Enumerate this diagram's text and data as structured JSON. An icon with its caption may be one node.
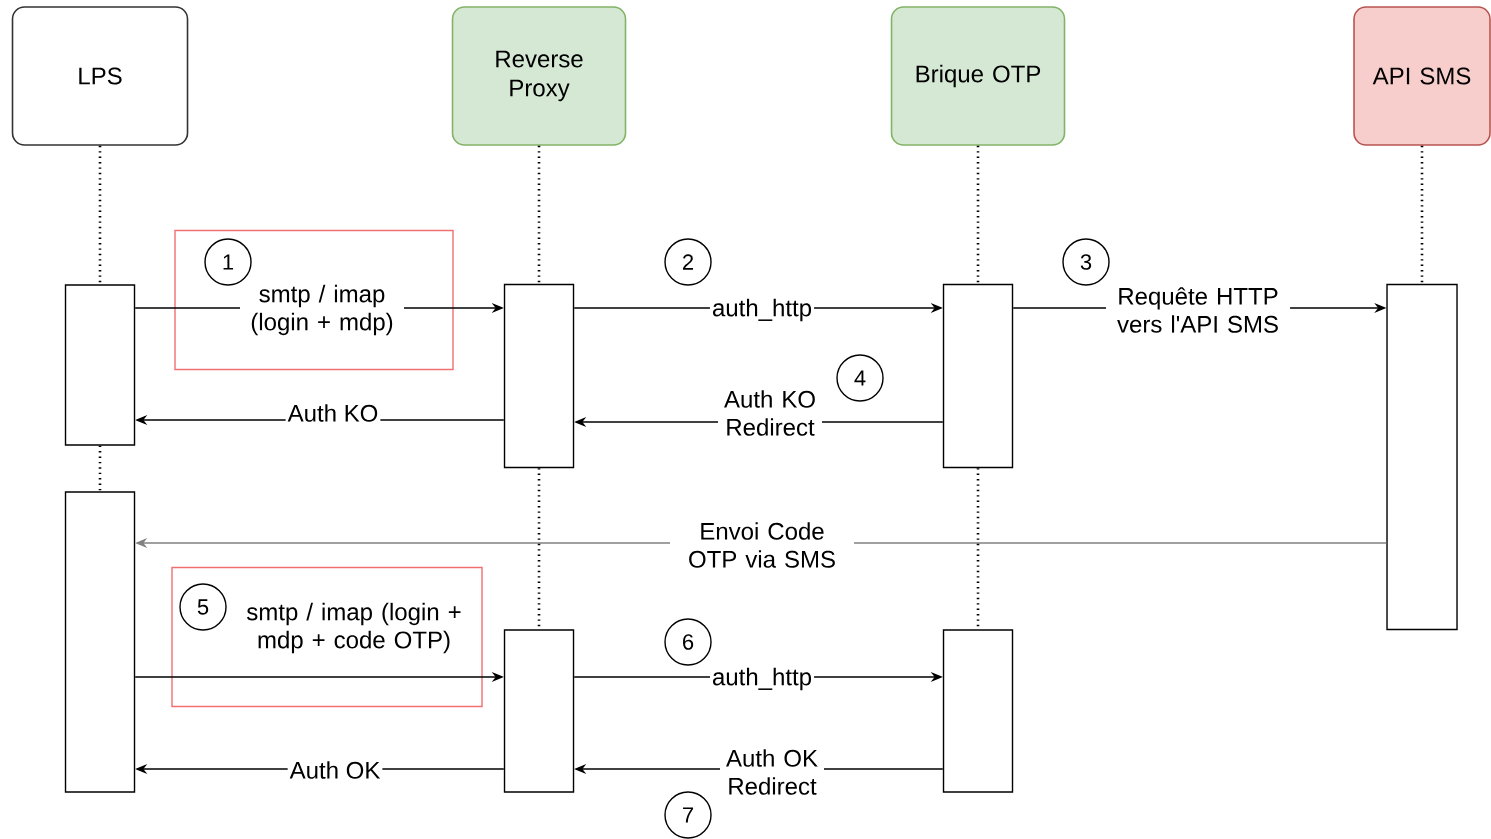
{
  "diagram": {
    "nodes": [
      {
        "text": [
          "LPS"
        ]
      },
      {
        "text": [
          "Reverse Proxy"
        ]
      },
      {
        "text": [
          "Brique OTP"
        ]
      },
      {
        "text": [
          "API SMS"
        ]
      },
      {
        "text": [],
        "shape": "box"
      },
      {
        "text": [
          "1"
        ],
        "in": 4
      },
      {
        "text": [
          "2"
        ]
      },
      {
        "text": [
          "3"
        ]
      },
      {
        "text": [],
        "shape": "box"
      },
      {
        "text": [],
        "shape": "box"
      },
      {
        "text": [],
        "shape": "box"
      },
      {
        "text": [],
        "shape": "box"
      },
      {
        "text": [
          "4"
        ]
      },
      {
        "text": [],
        "shape": "box"
      },
      {
        "text": [],
        "shape": "box"
      },
      {
        "text": [
          "5"
        ],
        "in": 14
      },
      {
        "text": [],
        "shape": "box"
      },
      {
        "text": [],
        "shape": "box"
      },
      {
        "text": [
          "6"
        ]
      },
      {
        "text": [
          "7"
        ]
      }
    ],
    "edges": [
      {
        "from": 8,
        "to": 9,
        "arrow": "to",
        "label": "smtp / imap (login + mdp)"
      },
      {
        "from": 9,
        "to": 10,
        "arrow": "to",
        "label": "auth_http"
      },
      {
        "from": 10,
        "to": 11,
        "arrow": "to",
        "label": "Requête HTTP vers l'API SMS"
      },
      {
        "from": 10,
        "to": 9,
        "arrow": "to",
        "label": "Auth KO Redirect"
      },
      {
        "from": 9,
        "to": 8,
        "arrow": "to",
        "label": "Auth KO"
      },
      {
        "from": 11,
        "to": 13,
        "arrow": "to",
        "label": "Envoi Code OTP via SMS",
        "color": "#808080"
      },
      {
        "from": 13,
        "to": 16,
        "arrow": "to",
        "label": "smtp / imap (login + mdp + code OTP)"
      },
      {
        "from": 16,
        "to": 17,
        "arrow": "to",
        "label": "auth_http"
      },
      {
        "from": 17,
        "to": 16,
        "arrow": "to",
        "label": "Auth OK Redirect"
      },
      {
        "from": 16,
        "to": 13,
        "arrow": "to",
        "label": "Auth OK"
      },
      {
        "from": 0,
        "to": 8,
        "arrow": "none",
        "style": "dashed"
      },
      {
        "from": 8,
        "to": 13,
        "arrow": "none",
        "style": "dashed"
      },
      {
        "from": 1,
        "to": 9,
        "arrow": "none",
        "style": "dashed"
      },
      {
        "from": 9,
        "to": 16,
        "arrow": "none",
        "style": "dashed"
      },
      {
        "from": 2,
        "to": 10,
        "arrow": "none",
        "style": "dashed"
      },
      {
        "from": 10,
        "to": 17,
        "arrow": "none",
        "style": "dashed"
      },
      {
        "from": 3,
        "to": 11,
        "arrow": "none",
        "style": "dashed"
      }
    ]
  }
}
